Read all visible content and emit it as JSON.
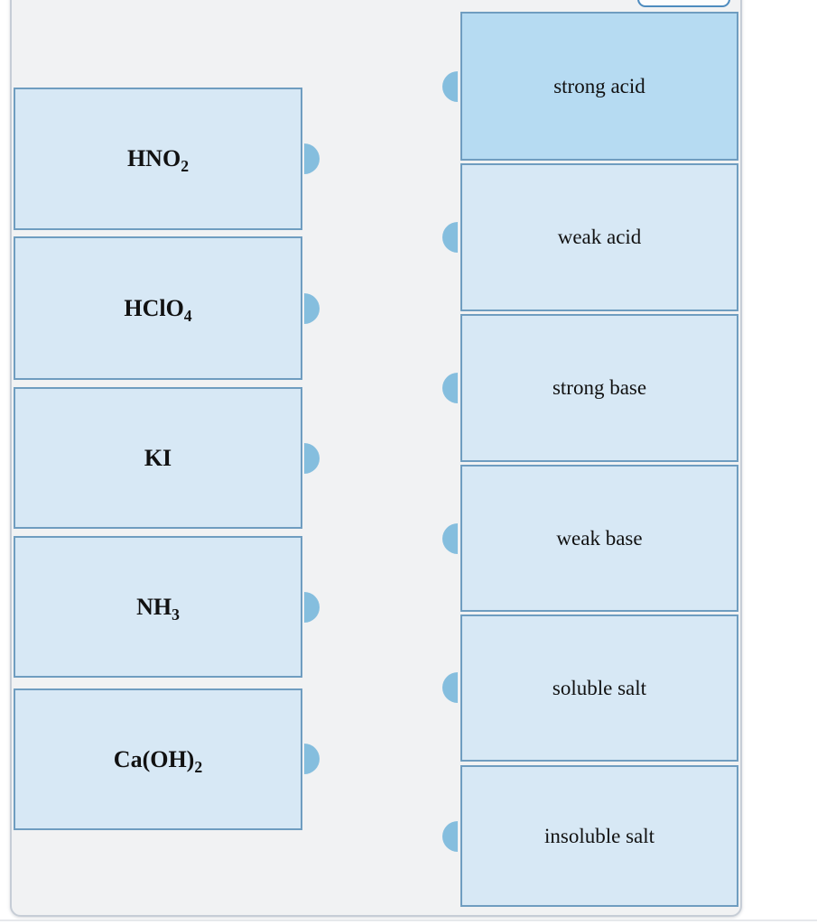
{
  "colors": {
    "page-bg": "#ffffff",
    "panel-bg": "#f1f2f3",
    "panel-border": "#c6cdd6",
    "tile-fill": "#d7e8f5",
    "tile-fill-highlight": "#b6dbf2",
    "tile-border": "#6f9dc0",
    "connector": "#85bede",
    "button-border": "#4e8cbf",
    "button-fill": "#fcfdfe",
    "divider": "#e6e8eb",
    "text": "#111111"
  },
  "left_column": {
    "items": [
      {
        "name": "HNO2",
        "segments": [
          {
            "text": "HNO"
          },
          {
            "text": "2",
            "sub": true
          }
        ]
      },
      {
        "name": "HClO4",
        "segments": [
          {
            "text": "HClO"
          },
          {
            "text": "4",
            "sub": true
          }
        ]
      },
      {
        "name": "KI",
        "segments": [
          {
            "text": "KI"
          }
        ]
      },
      {
        "name": "NH3",
        "segments": [
          {
            "text": "NH"
          },
          {
            "text": "3",
            "sub": true
          }
        ]
      },
      {
        "name": "Ca(OH)2",
        "segments": [
          {
            "text": "Ca(OH)"
          },
          {
            "text": "2",
            "sub": true
          }
        ]
      }
    ]
  },
  "right_column": {
    "items": [
      {
        "label": "strong acid",
        "highlighted": true
      },
      {
        "label": "weak acid",
        "highlighted": false
      },
      {
        "label": "strong base",
        "highlighted": false
      },
      {
        "label": "weak base",
        "highlighted": false
      },
      {
        "label": "soluble salt",
        "highlighted": false
      },
      {
        "label": "insoluble salt",
        "highlighted": false
      }
    ]
  }
}
